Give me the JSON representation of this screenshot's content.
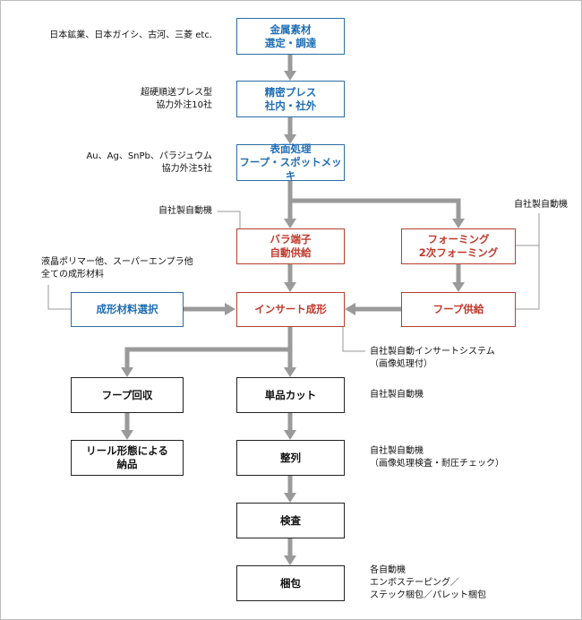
{
  "colors": {
    "arrow": "#9a9a9a",
    "connector": "#9a9a9a",
    "blue": "#1f6db5",
    "red": "#c0392b",
    "black": "#111111"
  },
  "boxes": {
    "material": {
      "line1": "金属素材",
      "line2": "選定・調達"
    },
    "press": {
      "line1": "精密プレス",
      "line2": "社内・社外"
    },
    "surface": {
      "line1": "表面処理",
      "line2": "フープ・スポットメッキ"
    },
    "bara": {
      "line1": "バラ端子",
      "line2": "自動供給"
    },
    "forming": {
      "line1": "フォーミング",
      "line2": "2次フォーミング"
    },
    "material_select": {
      "line1": "成形材料選択"
    },
    "insert": {
      "line1": "インサート成形"
    },
    "hoop_supply": {
      "line1": "フープ供給"
    },
    "hoop_collect": {
      "line1": "フープ回収"
    },
    "single_cut": {
      "line1": "単品カット"
    },
    "reel": {
      "line1": "リール形態による",
      "line2": "納品"
    },
    "align": {
      "line1": "整列"
    },
    "inspect": {
      "line1": "検査"
    },
    "pack": {
      "line1": "梱包"
    }
  },
  "notes": {
    "material": [
      "日本鉱業、日本ガイシ、古河、三菱 etc."
    ],
    "press": [
      "超硬順送プレス型",
      "協力外注10社"
    ],
    "surface": [
      "Au、Ag、SnPb、パラジュウム",
      "協力外注5社"
    ],
    "bara": [
      "自社製自動機"
    ],
    "forming": [
      "自社製自動機"
    ],
    "resin": [
      "液晶ポリマー他、スーパーエンプラ他",
      "全ての成形材料"
    ],
    "insert": [
      "自社製自動インサートシステム",
      "（画像処理付）"
    ],
    "single_cut": [
      "自社製自動機"
    ],
    "align": [
      "自社製自動機",
      "（画像処理検査・耐圧チェック）"
    ],
    "pack": [
      "各自動機",
      "エンボステーピング／",
      "ステック梱包／パレット梱包"
    ]
  }
}
